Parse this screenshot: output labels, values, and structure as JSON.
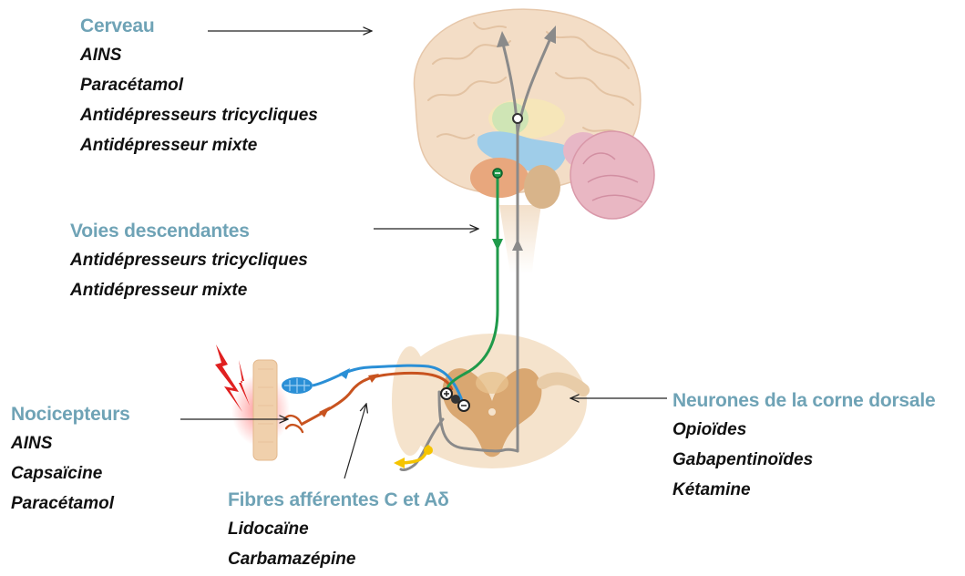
{
  "colors": {
    "heading": "#6fa3b6",
    "drug_text": "#111111",
    "descending_pathway": "#1f9a4a",
    "ascending_pathway": "#8a8a8a",
    "c_fiber": "#c8531f",
    "a_delta_fiber": "#2a8fd6",
    "stimulus": "#e02020",
    "dorsal_horn_neuron": "#f5c400"
  },
  "labels": {
    "cerveau": {
      "title": "Cerveau",
      "items": [
        "AINS",
        "Paracétamol",
        "Antidépresseurs tricycliques",
        "Antidépresseur mixte"
      ]
    },
    "voies": {
      "title": "Voies descendantes",
      "items": [
        "Antidépresseurs tricycliques",
        "Antidépresseur mixte"
      ]
    },
    "nocicepteurs": {
      "title": "Nocicepteurs",
      "items": [
        "AINS",
        "Capsaïcine",
        "Paracétamol"
      ]
    },
    "fibres": {
      "title": "Fibres afférentes C et Aδ",
      "items": [
        "Lidocaïne",
        "Carbamazépine"
      ]
    },
    "neurones": {
      "title": "Neurones de la corne dorsale",
      "items": [
        "Opioïdes",
        "Gabapentinoïdes",
        "Kétamine"
      ]
    }
  },
  "icons": [
    "brain-icon",
    "spinal-cord-icon",
    "skin-icon",
    "pain-bolt-icon",
    "nociceptor-icon"
  ]
}
